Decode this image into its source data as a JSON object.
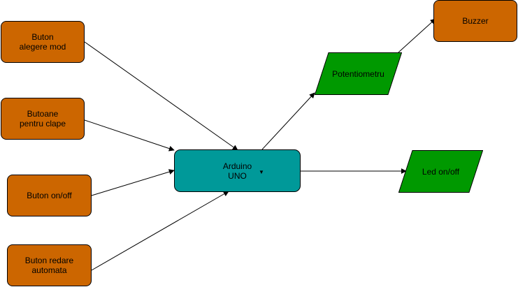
{
  "colors": {
    "input_fill": "#cc6600",
    "center_fill": "#009999",
    "output_fill": "#009900",
    "stroke": "#000000",
    "edge": "#000000"
  },
  "nodes": {
    "buton_alegere_mod": {
      "label": "Buton alegere mod"
    },
    "butoane_pentru_clape": {
      "label": "Butoane pentru clape"
    },
    "buton_on_off": {
      "label": "Buton on/off"
    },
    "buton_redare_automata": {
      "label": "Buton redare automata"
    },
    "arduino_uno": {
      "label": "Arduino UNO"
    },
    "potentiometru": {
      "label": "Potentiometru"
    },
    "buzzer": {
      "label": "Buzzer"
    },
    "led_on_off": {
      "label": "Led on/off"
    }
  },
  "edges": [
    {
      "from": "buton_alegere_mod",
      "to": "arduino_uno"
    },
    {
      "from": "butoane_pentru_clape",
      "to": "arduino_uno"
    },
    {
      "from": "buton_on_off",
      "to": "arduino_uno"
    },
    {
      "from": "buton_redare_automata",
      "to": "arduino_uno"
    },
    {
      "from": "arduino_uno",
      "to": "potentiometru"
    },
    {
      "from": "potentiometru",
      "to": "buzzer"
    },
    {
      "from": "arduino_uno",
      "to": "led_on_off"
    }
  ]
}
